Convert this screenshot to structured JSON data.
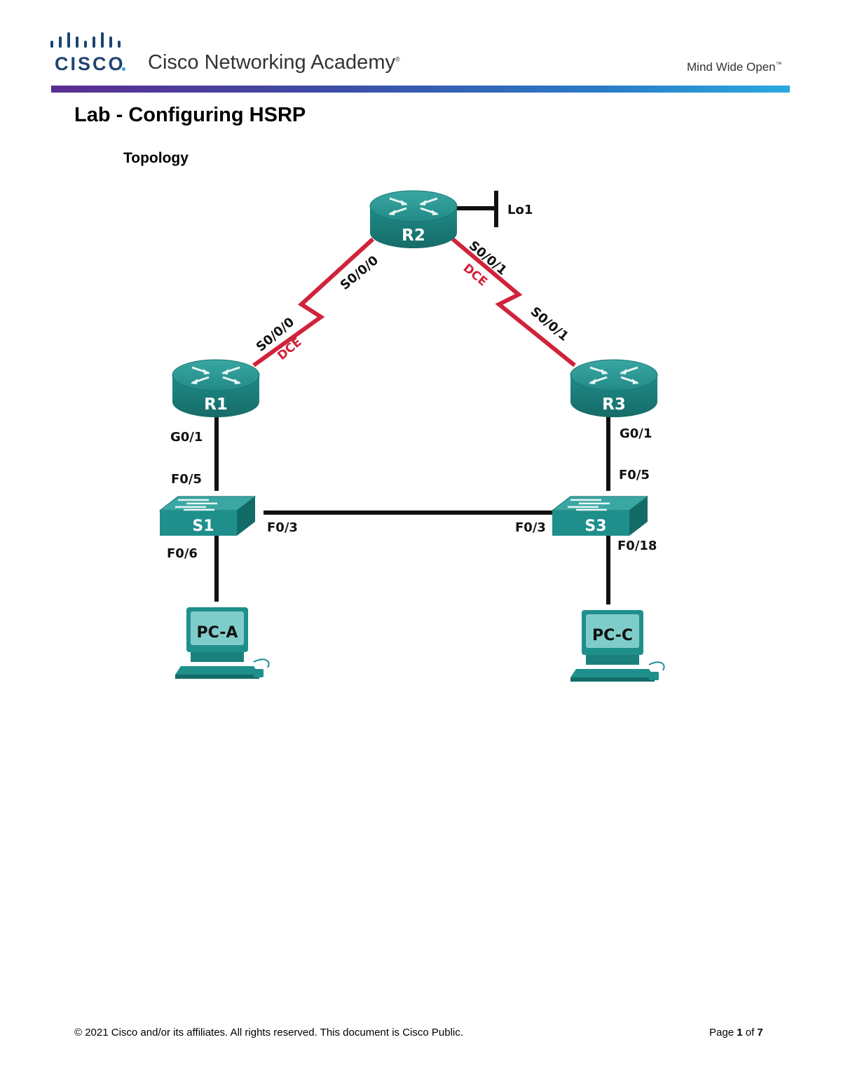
{
  "header": {
    "brand": "CISCO",
    "academy": "Cisco Networking Academy",
    "academy_tm": "®",
    "tagline": "Mind Wide Open",
    "tagline_tm": "™"
  },
  "document": {
    "title": "Lab - Configuring HSRP",
    "section": "Topology"
  },
  "topology": {
    "devices": {
      "r1": "R1",
      "r2": "R2",
      "r3": "R3",
      "s1": "S1",
      "s3": "S3",
      "pca": "PC-A",
      "pcc": "PC-C"
    },
    "interfaces": {
      "lo1": "Lo1",
      "r2_s000": "S0/0/0",
      "r2_s001": "S0/0/1",
      "r1_s000": "S0/0/0",
      "r3_s001": "S0/0/1",
      "dce_r1": "DCE",
      "dce_r2": "DCE",
      "r1_g01": "G0/1",
      "r3_g01": "G0/1",
      "s1_f05": "F0/5",
      "s1_f03": "F0/3",
      "s1_f06": "F0/6",
      "s3_f05": "F0/5",
      "s3_f03": "F0/3",
      "s3_f018": "F0/18"
    }
  },
  "footer": {
    "copyright": "© 2021 Cisco and/or its affiliates. All rights reserved. This document is Cisco Public.",
    "page_prefix": "Page",
    "page_current": "1",
    "page_of": "of",
    "page_total": "7"
  },
  "colors": {
    "device_teal": "#1f8f8c",
    "device_dark": "#136b68",
    "serial_red": "#d0233a",
    "cable_black": "#111111",
    "brand_blue": "#1e4471",
    "gradient_start": "#5c2d91",
    "gradient_end": "#2aa9e0"
  }
}
